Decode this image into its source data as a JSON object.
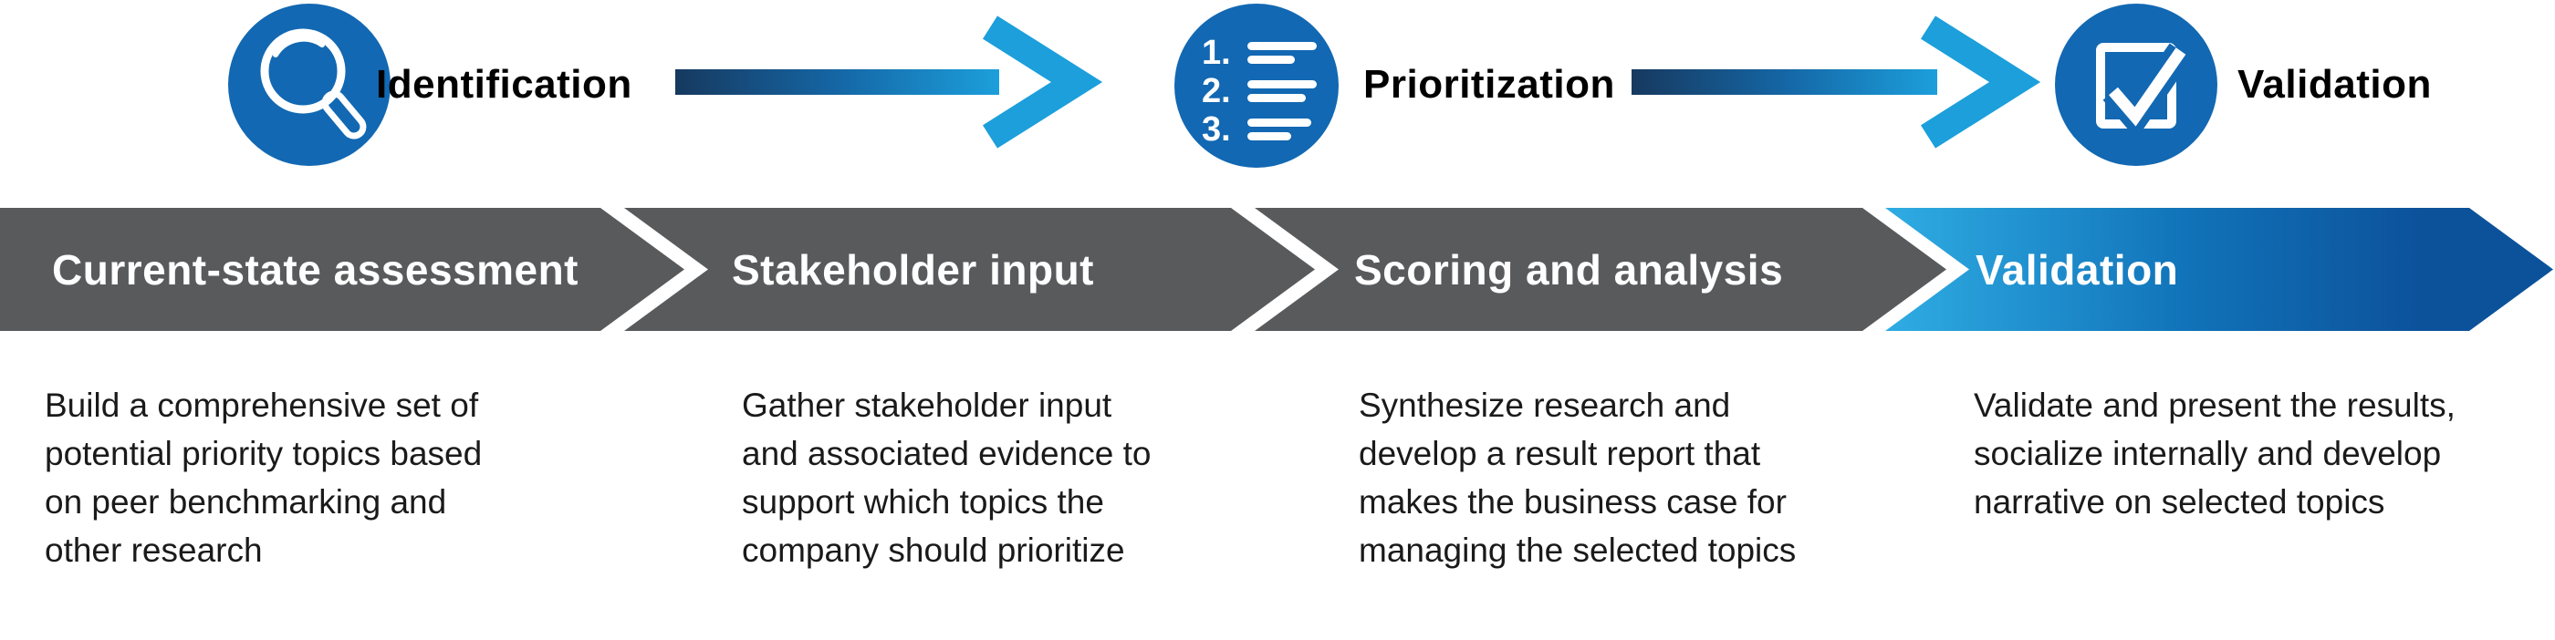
{
  "colors": {
    "circle_blue": "#1268B2",
    "banner_gray": "#595A5C",
    "banner_blue_light": "#2FACE3",
    "banner_blue_dark": "#0C529B",
    "arrow_dark": "#16395F",
    "arrow_mid": "#1566A5",
    "arrow_light": "#1C9FDB",
    "text_dark": "#1A1A1A"
  },
  "process_steps": [
    {
      "label": "Identification",
      "icon": "magnifier-icon"
    },
    {
      "label": "Prioritization",
      "icon": "numbered-list-icon",
      "list_items": [
        "1.",
        "2.",
        "3."
      ]
    },
    {
      "label": "Validation",
      "icon": "checkbox-icon"
    }
  ],
  "phases": [
    {
      "title": "Current-state assessment",
      "description": "Build a comprehensive set of\npotential priority topics based\non peer benchmarking and\nother research",
      "highlighted": false
    },
    {
      "title": "Stakeholder input",
      "description": "Gather stakeholder input\nand associated evidence to\nsupport which topics the\ncompany should prioritize",
      "highlighted": false
    },
    {
      "title": "Scoring and analysis",
      "description": "Synthesize research and\ndevelop a result report that\nmakes the business case for\nmanaging the selected topics",
      "highlighted": false
    },
    {
      "title": "Validation",
      "description": "Validate and present the results,\nsocialize internally and develop\nnarrative on selected topics",
      "highlighted": true
    }
  ]
}
